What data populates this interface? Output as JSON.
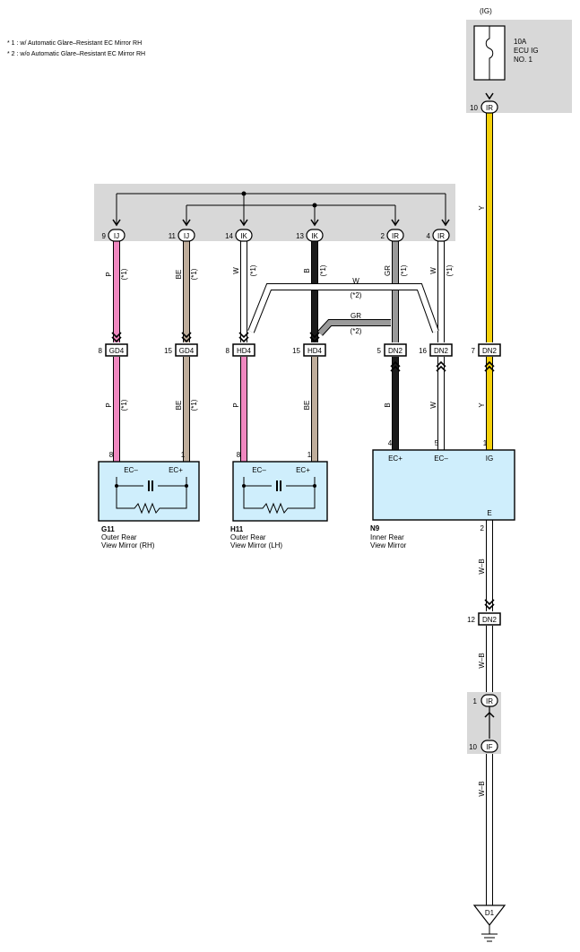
{
  "notes": {
    "note1": "* 1 : w/ Automatic Glare–Resistant EC Mirror RH",
    "note2": "* 2 : w/o Automatic Glare–Resistant EC Mirror RH"
  },
  "power": {
    "label": "(IG)",
    "fuse_line1": "10A",
    "fuse_line2": "ECU IG",
    "fuse_line3": "NO. 1"
  },
  "top_connectors": [
    {
      "pin": "9",
      "conn": "IJ"
    },
    {
      "pin": "11",
      "conn": "IJ"
    },
    {
      "pin": "14",
      "conn": "IK"
    },
    {
      "pin": "13",
      "conn": "IK"
    },
    {
      "pin": "2",
      "conn": "IR"
    },
    {
      "pin": "4",
      "conn": "IR"
    },
    {
      "pin": "10",
      "conn": "IR"
    }
  ],
  "mid_connectors": [
    {
      "pin": "8",
      "conn": "GD4"
    },
    {
      "pin": "15",
      "conn": "GD4"
    },
    {
      "pin": "8",
      "conn": "HD4"
    },
    {
      "pin": "15",
      "conn": "HD4"
    },
    {
      "pin": "5",
      "conn": "DN2"
    },
    {
      "pin": "16",
      "conn": "DN2"
    },
    {
      "pin": "7",
      "conn": "DN2"
    }
  ],
  "wire_colors": {
    "p": "P",
    "be": "BE",
    "w": "W",
    "b": "B",
    "gr": "GR",
    "y": "Y",
    "wb": "W–B"
  },
  "marks": {
    "star1": "(*1)",
    "star2": "(*2)"
  },
  "components": {
    "g11": {
      "id": "G11",
      "name1": "Outer Rear",
      "name2": "View Mirror (RH)",
      "pin_a": "8",
      "pin_b": "1",
      "term_a": "EC–",
      "term_b": "EC+"
    },
    "h11": {
      "id": "H11",
      "name1": "Outer Rear",
      "name2": "View Mirror (LH)",
      "pin_a": "8",
      "pin_b": "1",
      "term_a": "EC–",
      "term_b": "EC+"
    },
    "n9": {
      "id": "N9",
      "name1": "Inner Rear",
      "name2": "View Mirror",
      "pin_a": "4",
      "pin_b": "5",
      "pin_c": "1",
      "term_a": "EC+",
      "term_b": "EC–",
      "term_c": "IG",
      "term_e": "E",
      "pin_e": "2"
    }
  },
  "lower_connectors": [
    {
      "pin": "12",
      "conn": "DN2"
    },
    {
      "pin": "1",
      "conn": "IR"
    },
    {
      "pin": "10",
      "conn": "IF"
    }
  ],
  "ground": "D1",
  "colors": {
    "pink": "#f088c0",
    "tan": "#bfad9b",
    "white": "#ffffff",
    "black": "#1a1a1a",
    "gray": "#9a9a9a",
    "yellow": "#f5d10a",
    "junction_block": "#d8d8d8",
    "component_fill": "#cfeefc"
  }
}
